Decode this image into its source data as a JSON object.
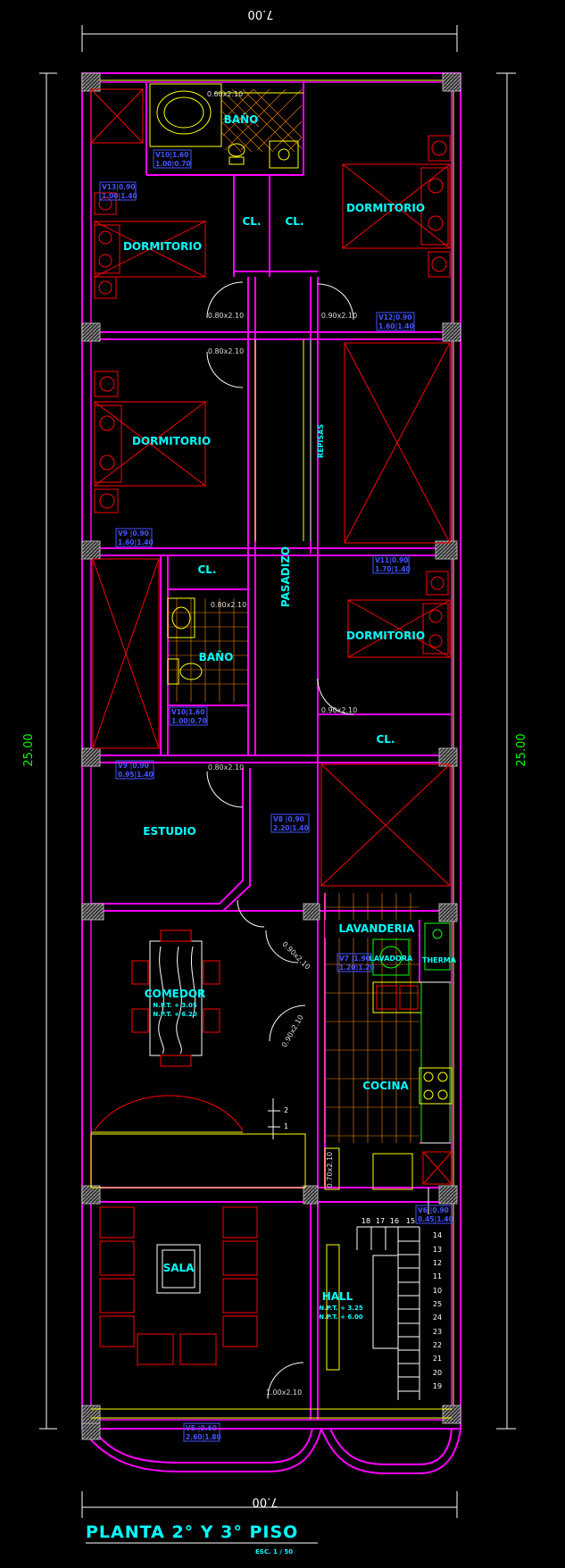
{
  "plan": {
    "title": "PLANTA 2° Y 3° PISO",
    "scale": "ESC. 1 / 50",
    "dim_width_top": "7.00",
    "dim_width_bottom": "7.00",
    "dim_height_left": "25.00",
    "dim_height_right": "25.00",
    "colors": {
      "walls": "#ff00ff",
      "furniture": "#ff0000",
      "labels": "#00ffff",
      "dimensions": "#00ff00",
      "windows": "#4455ff",
      "lines": "#ffff00"
    }
  },
  "rooms": {
    "bano_top": "BAÑO",
    "dormitorio_top_left": "DORMITORIO",
    "dormitorio_top_right": "DORMITORIO",
    "cl_1": "CL.",
    "cl_2": "CL.",
    "dormitorio_mid": "DORMITORIO",
    "repisas": "REPISAS",
    "pasadizo": "PASADIZO",
    "cl_3": "CL.",
    "bano_mid": "BAÑO",
    "dormitorio_right_mid": "DORMITORIO",
    "cl_4": "CL.",
    "estudio": "ESTUDIO",
    "lavanderia": "LAVANDERIA",
    "lavadora": "LAVADORA",
    "therma": "THERMA",
    "comedor": "COMEDOR",
    "comedor_npt1": "N.P.T. + 3.05",
    "comedor_npt2": "N.P.T. + 6.20",
    "cocina": "COCINA",
    "sala": "SALA",
    "hall": "HALL",
    "hall_npt1": "N.P.T. + 3.25",
    "hall_npt2": "N.P.T. + 6.00"
  },
  "doors": {
    "d1": "0.60x2.10",
    "d2": "0.80x2.10",
    "d3": "0.90x2.10",
    "d4": "0.80x2.10",
    "d5": "0.80x2.10",
    "d6": "0.90x2.10",
    "d7": "0.80x2.10",
    "d8": "0.90x2.10",
    "d9": "0.90x2.10",
    "d10": "1.00x2.10",
    "d11": "0.70x2.10"
  },
  "windows": {
    "v10_top": [
      "V10|1.60",
      "1.00|0.70"
    ],
    "v13": [
      "V13|0.90",
      "1.00|1.40"
    ],
    "v12": [
      "V12|0.90",
      "1.60|1.40"
    ],
    "v9": [
      "V9 |0.90",
      "1.60|1.40"
    ],
    "v11": [
      "V11|0.90",
      "1.70|1.40"
    ],
    "v10_mid": [
      "V10|1.60",
      "1.00|0.70"
    ],
    "v9b": [
      "V9 |0.90",
      "0.95|1.40"
    ],
    "v8": [
      "V8 |0.90",
      "2.20|1.40"
    ],
    "v7": [
      "V7 |1.90",
      "1.20|1.20"
    ],
    "v6": [
      "V6 |0.90",
      "0.45|1.40"
    ],
    "v5": [
      "V5 |0.60",
      "2.60|1.80"
    ]
  },
  "stairs": {
    "top_row": [
      "18",
      "17",
      "16",
      "15"
    ],
    "right_col": [
      "14",
      "13",
      "12",
      "11",
      "10",
      "25",
      "24",
      "23",
      "22",
      "21",
      "20",
      "19"
    ],
    "upper_steps": [
      "1",
      "2"
    ]
  }
}
